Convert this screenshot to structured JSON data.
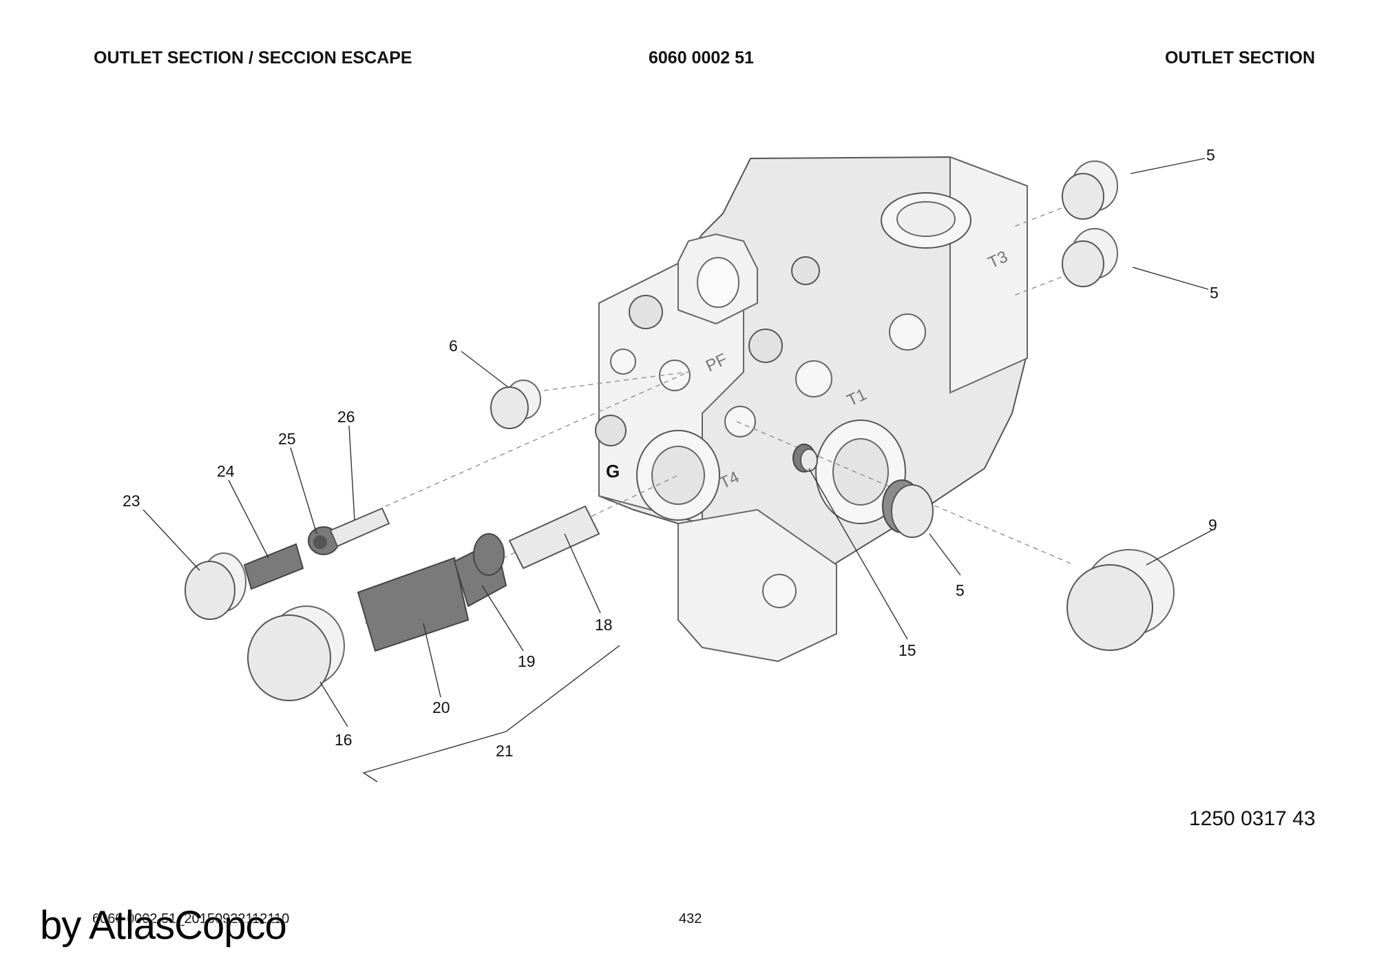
{
  "header": {
    "left": "OUTLET SECTION / SECCION ESCAPE",
    "center": "6060 0002 51",
    "right": "OUTLET SECTION"
  },
  "diagram": {
    "reference_number": "1250 0317 43",
    "port_labels": [
      "PF",
      "T1",
      "T3",
      "T4",
      "G"
    ],
    "callouts": [
      "5",
      "5",
      "6",
      "26",
      "25",
      "24",
      "23",
      "9",
      "5",
      "18",
      "15",
      "19",
      "20",
      "16",
      "21"
    ]
  },
  "footer": {
    "document_id": "6060 0002 51_20150922112110",
    "page_number": "432"
  },
  "watermark": "by AtlasCopco"
}
